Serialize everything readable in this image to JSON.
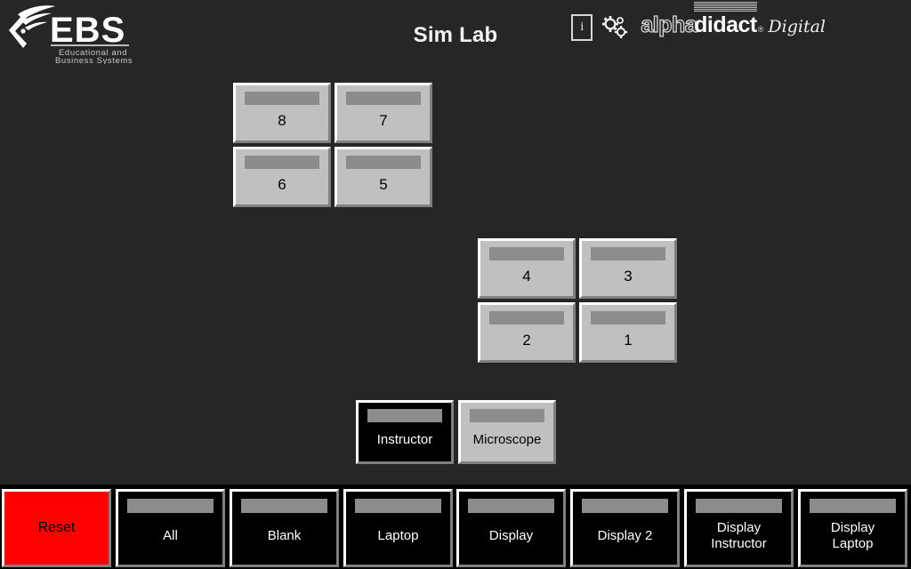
{
  "header": {
    "title": "Sim Lab",
    "logo_primary": "EBS",
    "logo_tagline_line1": "Educational and",
    "logo_tagline_line2": "Business Systems",
    "info_icon_label": "i",
    "gears_icon_name": "gears-icon",
    "brand": {
      "part1": "alpha",
      "part2": "didact",
      "registered": "®",
      "suffix": "Digital"
    }
  },
  "stations_group_a": [
    {
      "id": "st-8",
      "label": "8"
    },
    {
      "id": "st-7",
      "label": "7"
    },
    {
      "id": "st-6",
      "label": "6"
    },
    {
      "id": "st-5",
      "label": "5"
    }
  ],
  "stations_group_b": [
    {
      "id": "st-4",
      "label": "4"
    },
    {
      "id": "st-3",
      "label": "3"
    },
    {
      "id": "st-2",
      "label": "2"
    },
    {
      "id": "st-1",
      "label": "1"
    }
  ],
  "sources": [
    {
      "id": "src-instructor",
      "label": "Instructor",
      "state": "selected"
    },
    {
      "id": "src-microscope",
      "label": "Microscope",
      "state": "normal"
    }
  ],
  "bottom_bar": [
    {
      "id": "btn-reset",
      "label": "Reset",
      "color": "#ff0000"
    },
    {
      "id": "btn-all",
      "label": "All"
    },
    {
      "id": "btn-blank",
      "label": "Blank"
    },
    {
      "id": "btn-laptop",
      "label": "Laptop"
    },
    {
      "id": "btn-display",
      "label": "Display"
    },
    {
      "id": "btn-display2",
      "label": "Display 2"
    },
    {
      "id": "btn-display-instructor",
      "label_line1": "Display",
      "label_line2": "Instructor"
    },
    {
      "id": "btn-display-laptop",
      "label_line1": "Display",
      "label_line2": "Laptop"
    }
  ],
  "colors": {
    "background": "#262626",
    "button_face": "#c0c0c0",
    "button_bar": "#8c8c8c",
    "button_dark": "#000000",
    "accent_red": "#ff0000",
    "text_light": "#ffffff"
  }
}
